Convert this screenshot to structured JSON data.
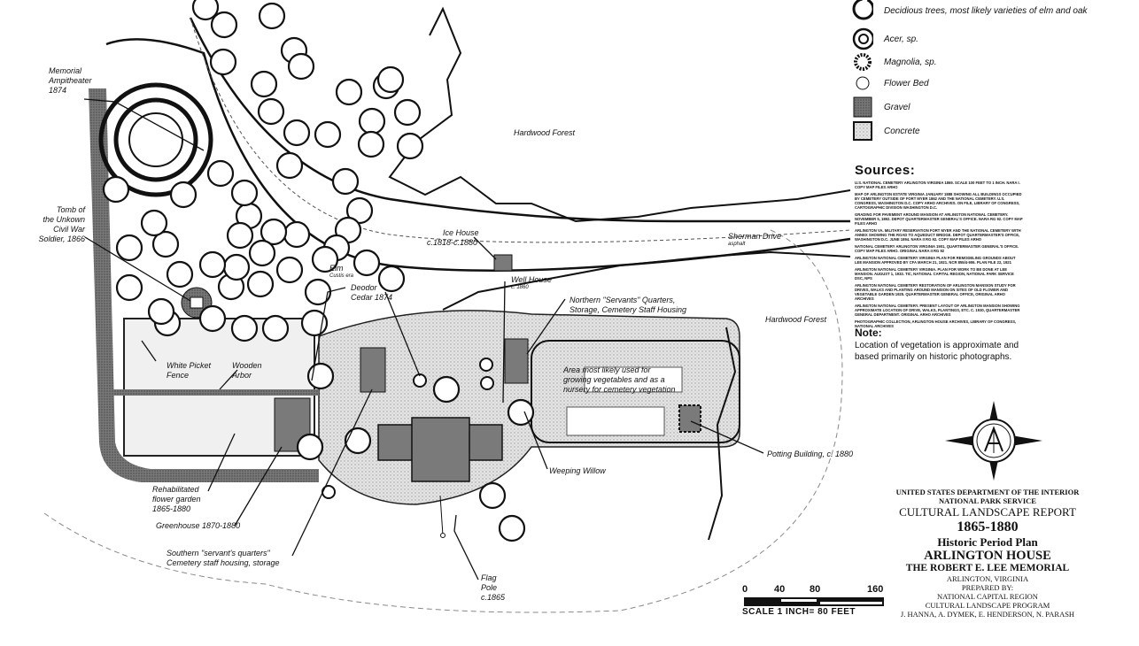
{
  "legend": [
    {
      "icon": "deciduous-tree-icon",
      "label": "Decidious trees, most likely varieties of elm and oak"
    },
    {
      "icon": "acer-icon",
      "label": "Acer, sp."
    },
    {
      "icon": "magnolia-icon",
      "label": "Magnolia, sp."
    },
    {
      "icon": "flower-bed-icon",
      "label": "Flower Bed"
    },
    {
      "icon": "gravel-swatch-icon",
      "label": "Gravel"
    },
    {
      "icon": "concrete-swatch-icon",
      "label": "Concrete"
    }
  ],
  "sources": {
    "heading": "Sources:",
    "items": [
      "U.S. National Cemetery Arlington Virginia 1869. Scale 100 feet to 1 inch. NARA I. Copy map files ARHO",
      "Map of Arlington Estate Virginia January 1888 showing all buildings occupied by cemetery outside of Fort Myer 1862 and the National Cemetery. U.S. Congress, Washington D.C. Copy ARHO archives. On file, Library of Congress, Cartographic Division Washington D.C.",
      "Grading for pavement around mansion at Arlington National Cemetery. November 5, 1892. Depot Quartermaster General's Office. NARA RG 92. Copy map files ARHO",
      "Arlington Va. Military Reservation Fort Myer and the National Cemetery with Annex showing the road to Aqueduct Bridge. Depot Quartermaster's Office, Washington D.C. June 1894. NARA II RG 92. Copy map files ARHO",
      "National Cemetery Arlington Virginia 1901, Quartermaster General's Office. Copy map files ARHO. Original NARA II RG 92",
      "Arlington National Cemetery Virginia Plan for Remodeling Grounds about Lee Mansion approved by CFA March 21, 1921. NCR 855/4-906. Plan file 22, 1921",
      "Arlington National Cemetery Virginia. Plan for work to be done at Lee Mansion. August 1, 1933. TIC, National Capital Region, National Park Service DSC, NPS",
      "Arlington National Cemetery Restoration of Arlington Mansion study for Drives, Walks and Planting around mansion on sites of old flower and vegetable garden 1925. Quartermaster General Office, original ARHO archives",
      "Arlington National Cemetery. Present layout of Arlington Mansion showing approximate location of drive, walks, plantings, etc. c. 1930, Quartermaster General Department. Original ARHO archives",
      "Photographic Collection, Arlington House Archives, Library of Congress, National Archives"
    ]
  },
  "note": {
    "heading": "Note:",
    "text": "Location of vegetation is approximate and based primarily on historic photographs."
  },
  "map_labels": {
    "amphitheater": [
      "Memorial",
      "Ampitheater",
      "1874"
    ],
    "tomb": [
      "Tomb of",
      "the Unkown",
      "Civil War",
      "Soldier, 1866"
    ],
    "hardwood_forest_1": "Hardwood Forest",
    "hardwood_forest_2": "Hardwood Forest",
    "ice_house": [
      "Ice House",
      "c.1818-c.1880"
    ],
    "sherman_drive": "Sherman Drive",
    "asphalt": "asphalt",
    "elm": [
      "Elm",
      "Custis era"
    ],
    "deodor_cedar": [
      "Deodor",
      "Cedar 1874"
    ],
    "well_house": [
      "Well House",
      "c. 1860"
    ],
    "northern_quarters": [
      "Northern \"Servants\" Quarters,",
      "Storage, Cemetery Staff Housing"
    ],
    "vegetable_area": [
      "Area most likely used for",
      "growing vegetables and as a",
      "nursery for cemetery vegetation"
    ],
    "white_picket_fence": [
      "White Picket",
      "Fence"
    ],
    "wooden_arbor": [
      "Wooden",
      "Arbor"
    ],
    "weeping_willow": "Weeping Willow",
    "potting_building": "Potting Building, c. 1880",
    "flower_garden": [
      "Rehabilitated",
      "flower garden",
      "1865-1880"
    ],
    "greenhouse": "Greenhouse 1870-1880",
    "southern_quarters": [
      "Southern \"servant's quarters\"",
      "Cemetery staff housing, storage"
    ],
    "flag_pole": [
      "Flag",
      "Pole",
      "c.1865"
    ]
  },
  "scale": {
    "ticks": [
      "0",
      "40",
      "80",
      "160"
    ],
    "caption": "Scale 1 inch= 80 feet"
  },
  "title_block": {
    "department": "UNITED STATES DEPARTMENT OF THE INTERIOR",
    "agency": "NATIONAL PARK SERVICE",
    "report": "CULTURAL LANDSCAPE REPORT",
    "period": "1865-1880",
    "plan": "Historic Period Plan",
    "site": "ARLINGTON HOUSE",
    "memorial": "THE ROBERT E. LEE MEMORIAL",
    "location": "ARLINGTON, VIRGINIA",
    "prepared_by": "PREPARED BY:",
    "region": "NATIONAL CAPITAL REGION",
    "program": "CULTURAL LANDSCAPE PROGRAM",
    "authors": "J. HANNA, A. DYMEK, E. HENDERSON, N. PARASH"
  },
  "colors": {
    "ink": "#111111",
    "gravel": "#6f6f6f",
    "paving": "#d8d8d8",
    "building": "#7a7a7a"
  }
}
